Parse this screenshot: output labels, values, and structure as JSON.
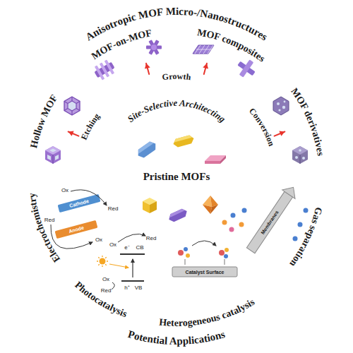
{
  "diagram": {
    "nodes": [
      {
        "text": [
          "Anisotropic MOF Micro-/Nanostructures"
        ]
      },
      {
        "text": [
          "Hollow MOF"
        ],
        "in": 0
      },
      {
        "text": [
          "MOF-on-MOF"
        ],
        "in": 0
      },
      {
        "text": [
          "MOF composites"
        ],
        "in": 0
      },
      {
        "text": [
          "MOF derivatives"
        ],
        "in": 0
      },
      {
        "text": [
          "Etching"
        ],
        "in": 0
      },
      {
        "text": [
          "Growth"
        ],
        "in": 0
      },
      {
        "text": [
          "Conversion"
        ],
        "in": 0
      },
      {
        "text": [
          "Site-Selective Architecting"
        ],
        "in": 0
      },
      {
        "text": [
          "Pristine MOFs"
        ]
      },
      {
        "text": [
          "Potential Applications"
        ]
      },
      {
        "text": [
          "Electrochemistry"
        ],
        "in": 10
      },
      {
        "text": [
          "Photocatalysis"
        ],
        "in": 10
      },
      {
        "text": [
          "Heterogeneous catalysis"
        ],
        "in": 10
      },
      {
        "text": [
          "Gas separation"
        ],
        "in": 10
      }
    ],
    "edges": [
      {
        "from": 5,
        "to": 1,
        "arrow": "to"
      },
      {
        "from": 6,
        "to": 2,
        "arrow": "to"
      },
      {
        "from": 6,
        "to": 3,
        "arrow": "to"
      },
      {
        "from": 7,
        "to": 4,
        "arrow": "to"
      }
    ],
    "labels": [
      "Ox",
      "Cathode",
      "Red",
      "Red",
      "Anode",
      "Ox",
      "Ox",
      "Red",
      "e⁻",
      "CB",
      "VB",
      "h⁺",
      "Ox",
      "Red",
      "Catalyst Surface",
      "Membranes"
    ]
  }
}
